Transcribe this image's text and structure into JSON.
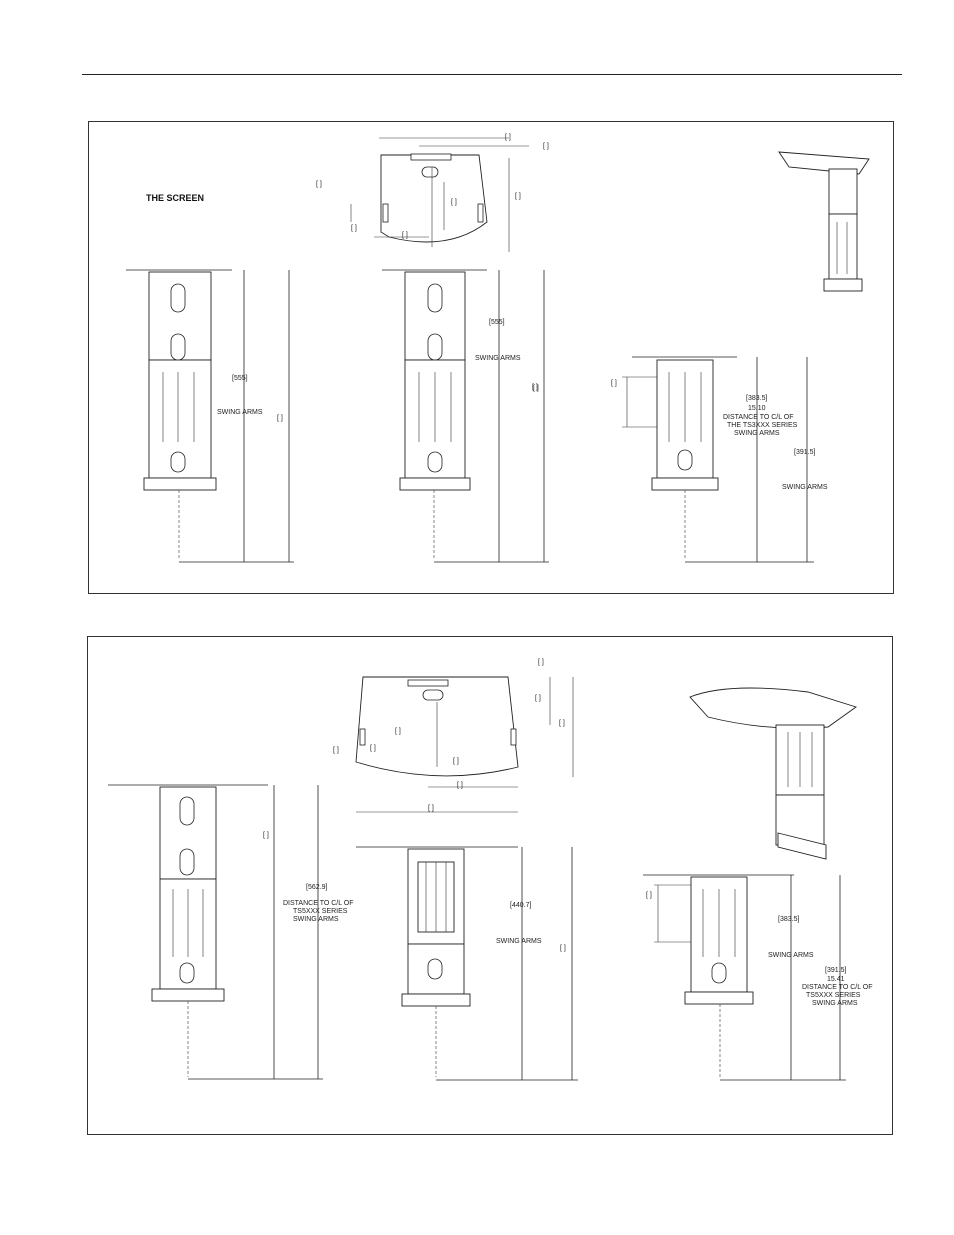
{
  "page": {
    "top_panel": {
      "screen_label": "THE SCREEN",
      "dimensions": {
        "left_view_dim": "[555]",
        "left_view_note": "SWING ARMS",
        "center_view_dim": "[555]",
        "center_view_note": "SWING ARMS",
        "right_view_dim_a": "[383.5]",
        "right_view_dim_a_value": "15.10",
        "right_view_dim_a_note_1": "DISTANCE TO C/L OF",
        "right_view_dim_a_note_2": "THE TS3XXX SERIES",
        "right_view_dim_a_note_3": "SWING ARMS",
        "right_view_dim_b": "[391.5]",
        "right_view_dim_b_note": "SWING ARMS"
      }
    },
    "bottom_panel": {
      "dimensions": {
        "left_view_dim": "[562.9]",
        "left_view_note_1": "DISTANCE TO C/L OF",
        "left_view_note_2": "TS5XXX SERIES",
        "left_view_note_3": "SWING ARMS",
        "center_view_dim": "[440.7]",
        "center_view_note": "SWING ARMS",
        "right_view_dim_a": "[383.5]",
        "right_view_dim_a_note": "SWING ARMS",
        "right_view_dim_b": "[391.5]",
        "right_view_dim_b_value": "15.41",
        "right_view_dim_b_note_1": "DISTANCE TO C/L OF",
        "right_view_dim_b_note_2": "TS5XXX SERIES",
        "right_view_dim_b_note_3": "SWING ARMS"
      }
    }
  }
}
